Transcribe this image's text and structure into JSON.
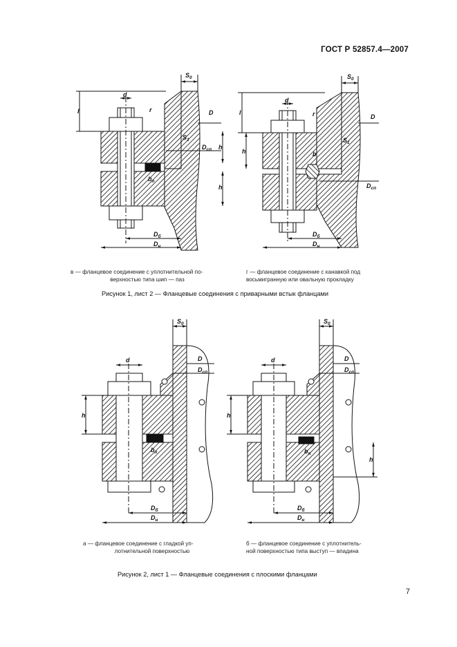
{
  "header": {
    "standard": "ГОСТ Р 52857.4—2007"
  },
  "figure1": {
    "caption_v": [
      "в — фланцевое соединение с уплотнительной по-",
      "верхностью типа шип — паз"
    ],
    "caption_g": [
      "г — фланцевое соединение с канавкой под",
      "восьмигранную или овальную прокладку"
    ],
    "title": "Рисунок 1, лист 2 — Фланцевые соединения с приварными встык фланцами",
    "labels": {
      "S0": "S",
      "S0sub": "0",
      "l": "l",
      "d": "d",
      "r": "r",
      "D": "D",
      "S1": "S",
      "S1sub": "1",
      "Dsp": "D",
      "Dspsub": "сп",
      "h": "h",
      "bp": "b",
      "bpsub": "п",
      "Db": "D",
      "Dbsub": "б",
      "Dn": "D",
      "Dnsub": "н"
    }
  },
  "figure2": {
    "caption_a": [
      "а — фланцевое соединение с гладкой уп-",
      "лотнительной поверхностью"
    ],
    "caption_b": [
      "б — фланцевое соединение с уплотнитель-",
      "ной поверхностью типа выступ — впадина"
    ],
    "title": "Рисунок 2, лист 1 — Фланцевые соединения с плоскими фланцами"
  },
  "page_number": "7"
}
